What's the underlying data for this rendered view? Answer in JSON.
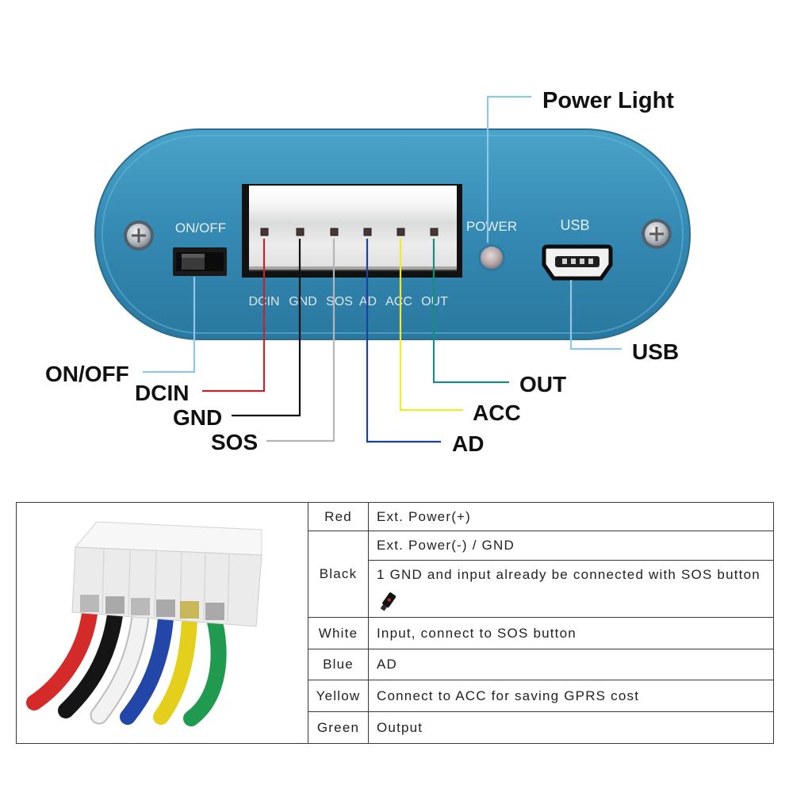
{
  "device": {
    "switch_label": "ON/OFF",
    "power_label": "POWER",
    "usb_label": "USB",
    "pin_labels": [
      "DCIN",
      "GND",
      "SOS",
      "AD",
      "ACC",
      "OUT"
    ],
    "body_color": "#3489b2"
  },
  "callouts": {
    "power_light": "Power Light",
    "on_off": "ON/OFF",
    "dcin": "DCIN",
    "gnd": "GND",
    "sos": "SOS",
    "ad": "AD",
    "acc": "ACC",
    "out": "OUT",
    "usb": "USB"
  },
  "callout_colors": {
    "power_light": "#8fc6ea",
    "on_off": "#8fc6ea",
    "dcin": "#c3252c",
    "gnd": "#111111",
    "sos": "#b5b5b5",
    "ad": "#1f3fa3",
    "acc": "#f2ea2e",
    "out": "#1a8b7f",
    "usb": "#8fc6ea"
  },
  "wire_table": {
    "rows": [
      {
        "color": "Red",
        "descriptions": [
          "Ext. Power(+)"
        ]
      },
      {
        "color": "Black",
        "descriptions": [
          "Ext. Power(-) / GND",
          "1 GND and input already be connected with SOS button"
        ],
        "icon": "connector-plug-icon"
      },
      {
        "color": "White",
        "descriptions": [
          "Input, connect to SOS button"
        ]
      },
      {
        "color": "Blue",
        "descriptions": [
          "AD"
        ]
      },
      {
        "color": "Yellow",
        "descriptions": [
          "Connect to ACC for saving GPRS cost"
        ]
      },
      {
        "color": "Green",
        "descriptions": [
          "Output"
        ]
      }
    ],
    "wire_colors": [
      "#d42a2a",
      "#151515",
      "#f2f2f2",
      "#2347a8",
      "#e3cf1c",
      "#1f9a4e"
    ]
  }
}
